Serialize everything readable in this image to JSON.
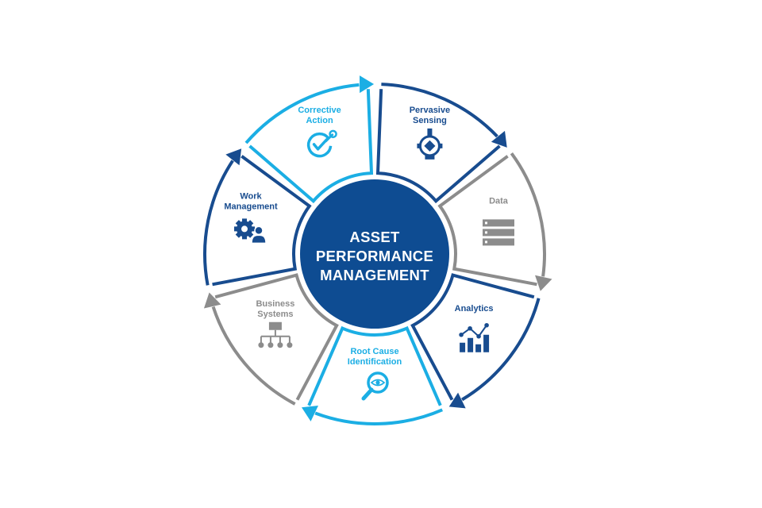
{
  "colors": {
    "navy": "#184C8F",
    "sky": "#1BAEE4",
    "gray": "#8C8C8C",
    "center": "#0E4C92",
    "white": "#FFFFFF"
  },
  "center": {
    "lines": [
      "ASSET",
      "PERFORMANCE",
      "MANAGEMENT"
    ]
  },
  "stages": [
    {
      "id": "pervasive-sensing",
      "lines": [
        "Pervasive",
        "Sensing"
      ],
      "color": "navy",
      "icon": "sensor-transmitter-icon"
    },
    {
      "id": "data",
      "lines": [
        "Data"
      ],
      "color": "gray",
      "icon": "server-stack-icon"
    },
    {
      "id": "analytics",
      "lines": [
        "Analytics"
      ],
      "color": "navy",
      "icon": "bar-line-chart-icon"
    },
    {
      "id": "root-cause-identification",
      "lines": [
        "Root Cause",
        "Identification"
      ],
      "color": "sky",
      "icon": "magnifier-eye-icon"
    },
    {
      "id": "business-systems",
      "lines": [
        "Business",
        "Systems"
      ],
      "color": "gray",
      "icon": "org-hierarchy-icon"
    },
    {
      "id": "work-management",
      "lines": [
        "Work",
        "Management"
      ],
      "color": "navy",
      "icon": "gear-person-icon"
    },
    {
      "id": "corrective-action",
      "lines": [
        "Corrective",
        "Action"
      ],
      "color": "sky",
      "icon": "check-wrench-icon"
    }
  ]
}
